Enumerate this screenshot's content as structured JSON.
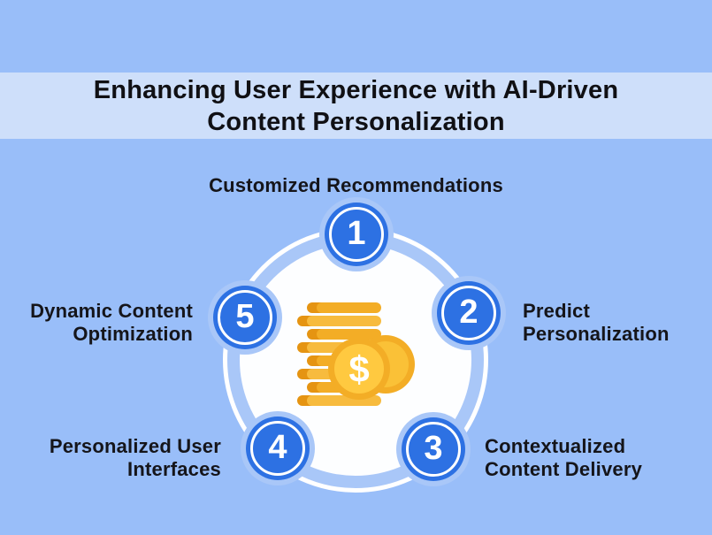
{
  "infographic": {
    "title": {
      "line1": "Enhancing User Experience with AI-Driven",
      "line2": "Content Personalization"
    },
    "center_icon": "money-coins-dollar-icon",
    "dollar_symbol": "$",
    "steps": [
      {
        "number": "1",
        "lines": [
          "Customized Recommendations"
        ]
      },
      {
        "number": "2",
        "lines": [
          "Predict",
          "Personalization"
        ]
      },
      {
        "number": "3",
        "lines": [
          "Contextualized",
          "Content Delivery"
        ]
      },
      {
        "number": "4",
        "lines": [
          "Personalized User",
          "Interfaces"
        ]
      },
      {
        "number": "5",
        "lines": [
          "Dynamic Content",
          "Optimization"
        ]
      }
    ],
    "colors": {
      "background": "#99BEF9",
      "title_band": "#CEDFFA",
      "step_circle_blue": "#2D71E3",
      "halo_light_blue": "#A9C7F8",
      "ring_white": "#FFFFFF",
      "coin_gold": "#F3AD26",
      "coin_gold_dark": "#E59412",
      "coin_gold_mid": "#F7BB3E",
      "coin_gold_light": "#FFC940",
      "coin_back_inner": "#FAC137",
      "text_dark": "#15151A"
    }
  }
}
